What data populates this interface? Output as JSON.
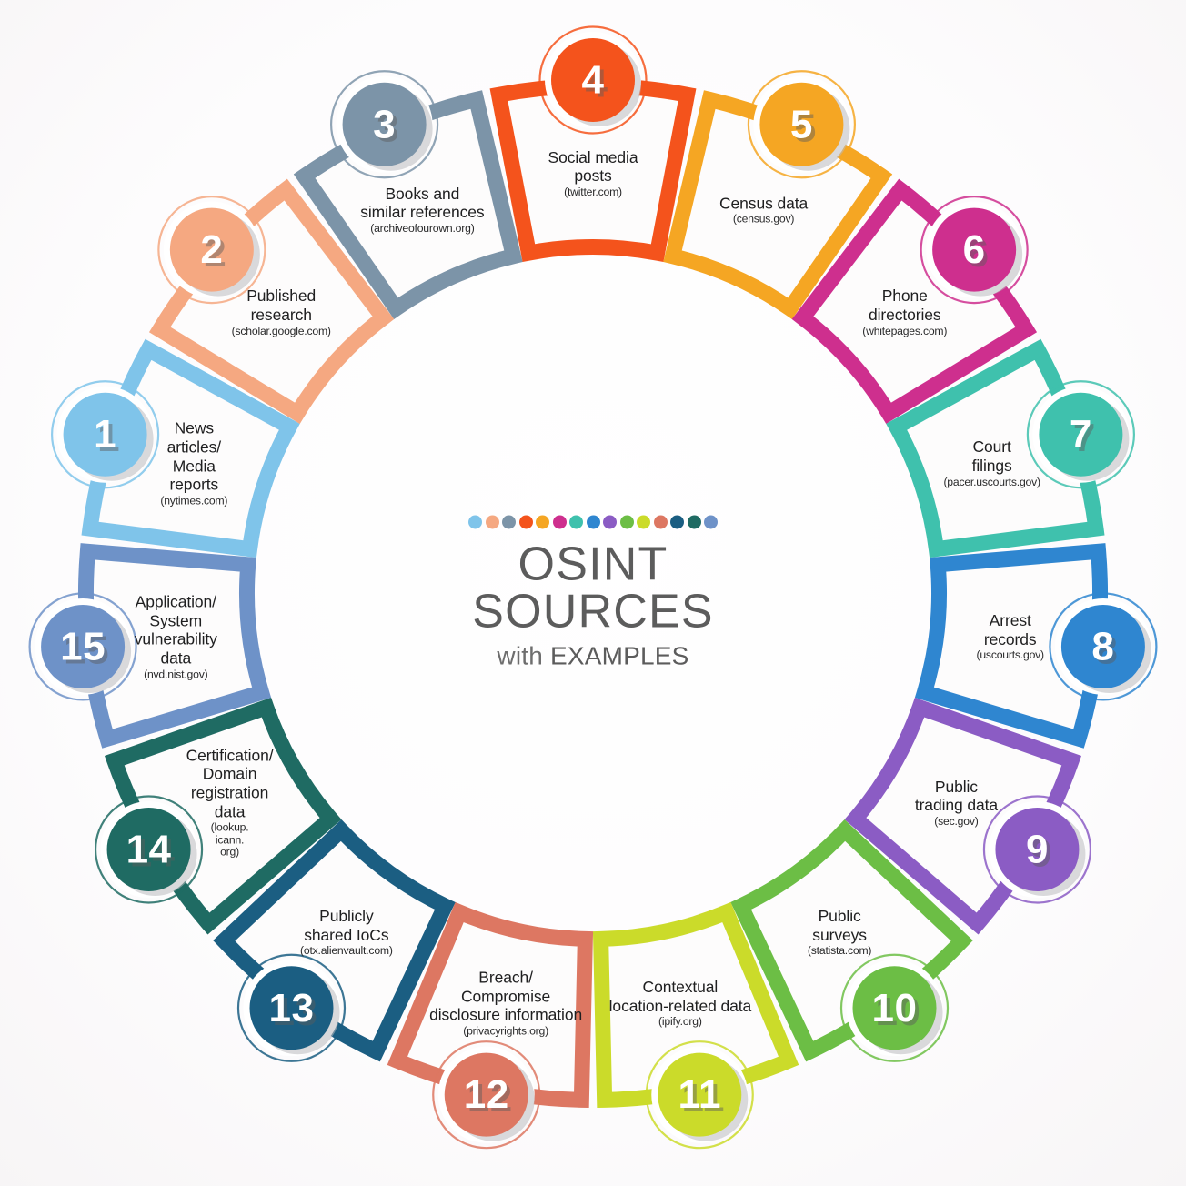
{
  "center": {
    "title": "OSINT SOURCES",
    "subtitle_prefix": "with ",
    "subtitle_emphasis": "EXAMPLES"
  },
  "palette": {
    "background": "#fdfcfc",
    "title_color": "#5c5c5c",
    "label_color": "#1f1f20"
  },
  "dots": [
    "#7FC4EA",
    "#F5A881",
    "#7C94A8",
    "#F4531C",
    "#F5A623",
    "#CE2F8E",
    "#3FC1AD",
    "#2F86D0",
    "#8B5CC4",
    "#6CBE45",
    "#CBDB2A",
    "#DD7762",
    "#1B5E82",
    "#1F6B63",
    "#6E92C8"
  ],
  "chart_data": {
    "type": "pie",
    "title": "OSINT SOURCES with EXAMPLES",
    "subtitle": "with EXAMPLES",
    "legend": "none",
    "segments": 15,
    "values": [
      1,
      1,
      1,
      1,
      1,
      1,
      1,
      1,
      1,
      1,
      1,
      1,
      1,
      1,
      1
    ],
    "categories": [
      "News articles/ Media reports",
      "Published research",
      "Books and similar references",
      "Social media posts",
      "Census data",
      "Phone directories",
      "Court filings",
      "Arrest records",
      "Public trading data",
      "Public surveys",
      "Contextual location-related data",
      "Breach/ Compromise disclosure information",
      "Publicly shared IoCs",
      "Certification/ Domain registration data",
      "Application/ System vulnerability data"
    ]
  },
  "segments": [
    {
      "number": "1",
      "label": "News\narticles/\nMedia\nreports",
      "example": "(nytimes.com)",
      "color": "#7FC4EA"
    },
    {
      "number": "2",
      "label": "Published\nresearch",
      "example": "(scholar.google.com)",
      "color": "#F5A881"
    },
    {
      "number": "3",
      "label": "Books and\nsimilar references",
      "example": "(archiveofourown.org)",
      "color": "#7C94A8"
    },
    {
      "number": "4",
      "label": "Social media\nposts",
      "example": "(twitter.com)",
      "color": "#F4531C"
    },
    {
      "number": "5",
      "label": "Census data",
      "example": "(census.gov)",
      "color": "#F5A623"
    },
    {
      "number": "6",
      "label": "Phone\ndirectories",
      "example": "(whitepages.com)",
      "color": "#CE2F8E"
    },
    {
      "number": "7",
      "label": "Court\nfilings",
      "example": "(pacer.uscourts.gov)",
      "color": "#3FC1AD"
    },
    {
      "number": "8",
      "label": "Arrest\nrecords",
      "example": "(uscourts.gov)",
      "color": "#2F86D0"
    },
    {
      "number": "9",
      "label": "Public\ntrading data",
      "example": "(sec.gov)",
      "color": "#8B5CC4"
    },
    {
      "number": "10",
      "label": "Public\nsurveys",
      "example": "(statista.com)",
      "color": "#6CBE45"
    },
    {
      "number": "11",
      "label": "Contextual\nlocation-related data",
      "example": "(ipify.org)",
      "color": "#CBDB2A"
    },
    {
      "number": "12",
      "label": "Breach/\nCompromise\ndisclosure information",
      "example": "(privacyrights.org)",
      "color": "#DD7762"
    },
    {
      "number": "13",
      "label": "Publicly\nshared IoCs",
      "example": "(otx.alienvault.com)",
      "color": "#1B5E82"
    },
    {
      "number": "14",
      "label": "Certification/\nDomain\nregistration\ndata",
      "example": "(lookup.\nicann.\norg)",
      "color": "#1F6B63"
    },
    {
      "number": "15",
      "label": "Application/\nSystem\nvulnerability\ndata",
      "example": "(nvd.nist.gov)",
      "color": "#6E92C8"
    }
  ]
}
